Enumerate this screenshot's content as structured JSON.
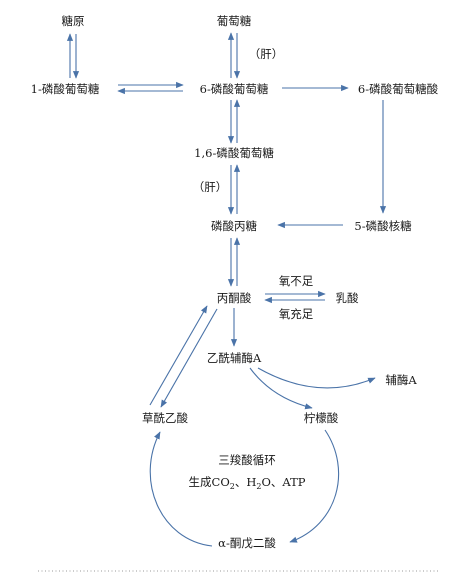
{
  "nodes": {
    "glycogen": "糖原",
    "glucose": "葡萄糖",
    "liver_upper": "（肝）",
    "g1p": "1-磷酸葡萄糖",
    "g6p": "6-磷酸葡萄糖",
    "g6pa": "6-磷酸葡萄糖酸",
    "f16bp": "1,6-磷酸葡萄糖",
    "liver_lower": "（肝）",
    "triose_p": "磷酸丙糖",
    "ribose5p": "5-磷酸核糖",
    "pyruvate": "丙酮酸",
    "oxygen_low": "氧不足",
    "lactate": "乳酸",
    "oxygen_high": "氧充足",
    "acetyl_coa": "乙酰辅酶A",
    "coa": "辅酶A",
    "oxaloacetate": "草酰乙酸",
    "citrate": "柠檬酸",
    "tca": "三羧酸循环",
    "products_prefix": "生成CO",
    "products_sub2": "2",
    "products_mid": "、H",
    "products_sub2b": "2",
    "products_suffix": "O、ATP",
    "akg": "α-酮戊二酸"
  },
  "colors": {
    "arrow": "#4a73a8",
    "text": "#1a1a1a"
  }
}
